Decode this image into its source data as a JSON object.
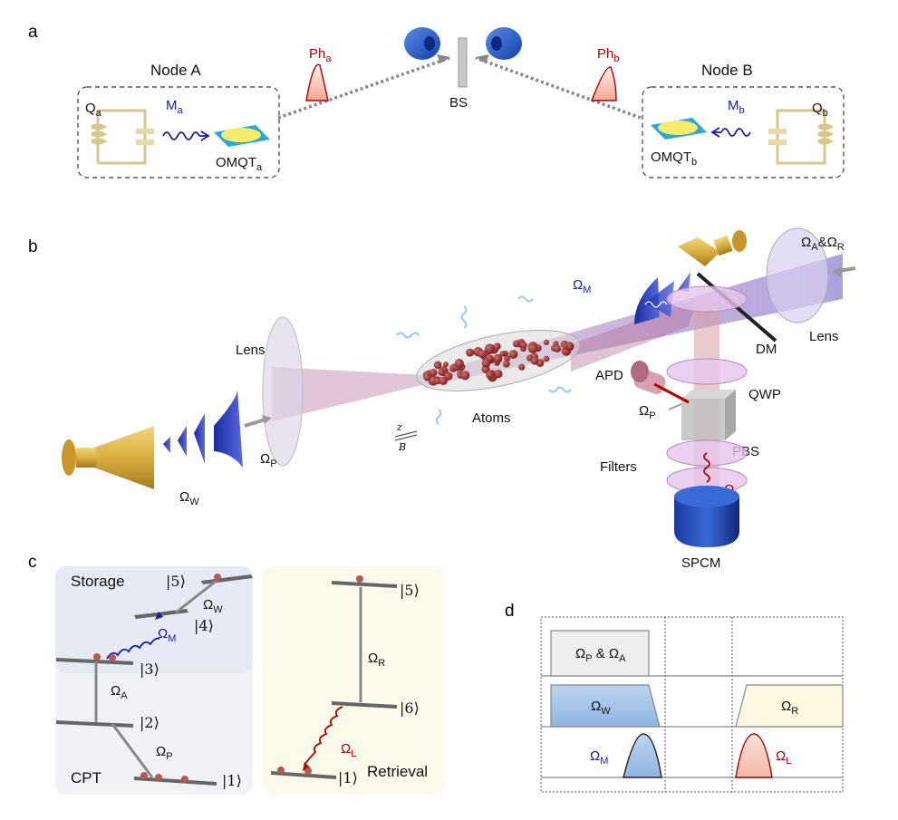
{
  "panels": {
    "a": "a",
    "b": "b",
    "c": "c",
    "d": "d"
  },
  "panel_a": {
    "node_a": "Node A",
    "node_b": "Node B",
    "q_a": "Q",
    "q_a_sub": "a",
    "q_b": "Q",
    "q_b_sub": "b",
    "m_a": "M",
    "m_a_sub": "a",
    "m_b": "M",
    "m_b_sub": "b",
    "omqt_a": "OMQT",
    "omqt_a_sub": "a",
    "omqt_b": "OMQT",
    "omqt_b_sub": "b",
    "ph_a": "Ph",
    "ph_a_sub": "a",
    "ph_b": "Ph",
    "ph_b_sub": "b",
    "bs": "BS"
  },
  "panel_b": {
    "omega": "Ω",
    "omega_ar": "Ω",
    "omega_ar_sub1": "A",
    "omega_ar_amp": "&",
    "omega_ar_sub2": "R",
    "omega_m_sub": "M",
    "omega_w_sub": "W",
    "omega_p_sub": "P",
    "omega_l_sub": "L",
    "lens_left": "Lens",
    "lens_right": "Lens",
    "dm": "DM",
    "apd": "APD",
    "qwp": "QWP",
    "pbs": "PBS",
    "filters": "Filters",
    "spcm": "SPCM",
    "atoms": "Atoms",
    "axis_z": "z",
    "axis_b": "B"
  },
  "panel_c": {
    "storage": "Storage",
    "cpt": "CPT",
    "retrieval": "Retrieval",
    "levels": [
      "|5⟩",
      "|4⟩",
      "|3⟩",
      "|2⟩",
      "|1⟩",
      "|6⟩"
    ],
    "omega": "Ω",
    "sub_w": "W",
    "sub_m": "M",
    "sub_a": "A",
    "sub_p": "P",
    "sub_r": "R",
    "sub_l": "L"
  },
  "panel_d": {
    "omega": "Ω",
    "pa_sub1": "P",
    "pa_amp": " & ",
    "pa_sub2": "A",
    "w_sub": "W",
    "r_sub": "R",
    "m_sub": "M",
    "l_sub": "L"
  },
  "colors": {
    "red": "#b00000",
    "blue": "#1a1aa8",
    "storage_bg": "#eef1f8",
    "retrieval_bg": "#fdfbec",
    "horn": "#d9b44a"
  }
}
